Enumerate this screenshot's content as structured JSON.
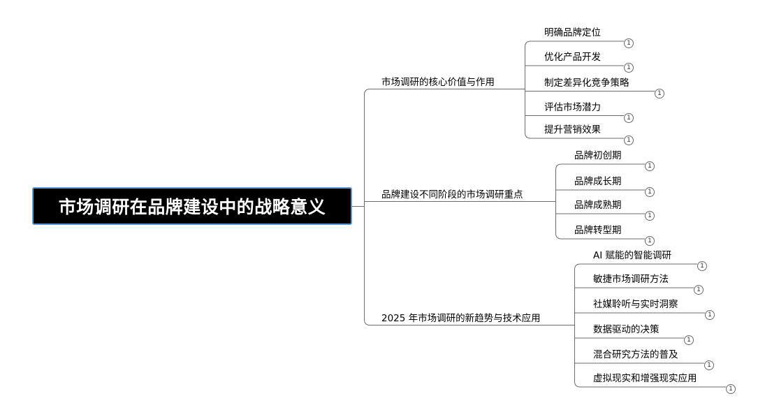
{
  "root": {
    "title": "市场调研在品牌建设中的战略意义"
  },
  "branches": [
    {
      "label": "市场调研的核心价值与作用",
      "children": [
        {
          "label": "明确品牌定位",
          "badge": "1"
        },
        {
          "label": "优化产品开发",
          "badge": "1"
        },
        {
          "label": "制定差异化竞争策略",
          "badge": "1"
        },
        {
          "label": "评估市场潜力",
          "badge": "1"
        },
        {
          "label": "提升营销效果",
          "badge": "1"
        }
      ]
    },
    {
      "label": "品牌建设不同阶段的市场调研重点",
      "children": [
        {
          "label": "品牌初创期",
          "badge": "1"
        },
        {
          "label": "品牌成长期",
          "badge": "1"
        },
        {
          "label": "品牌成熟期",
          "badge": "1"
        },
        {
          "label": "品牌转型期",
          "badge": "1"
        }
      ]
    },
    {
      "label": "2025 年市场调研的新趋势与技术应用",
      "children": [
        {
          "label": "AI 赋能的智能调研",
          "badge": "1"
        },
        {
          "label": "敏捷市场调研方法",
          "badge": "1"
        },
        {
          "label": "社媒聆听与实时洞察",
          "badge": "1"
        },
        {
          "label": "数据驱动的决策",
          "badge": "1"
        },
        {
          "label": "混合研究方法的普及",
          "badge": "1"
        },
        {
          "label": "虚拟现实和增强现实应用",
          "badge": "1"
        }
      ]
    }
  ],
  "colors": {
    "line": "#6b6b6b",
    "root_bg": "#000000",
    "root_border": "#5b9bd5",
    "root_text": "#ffffff"
  }
}
